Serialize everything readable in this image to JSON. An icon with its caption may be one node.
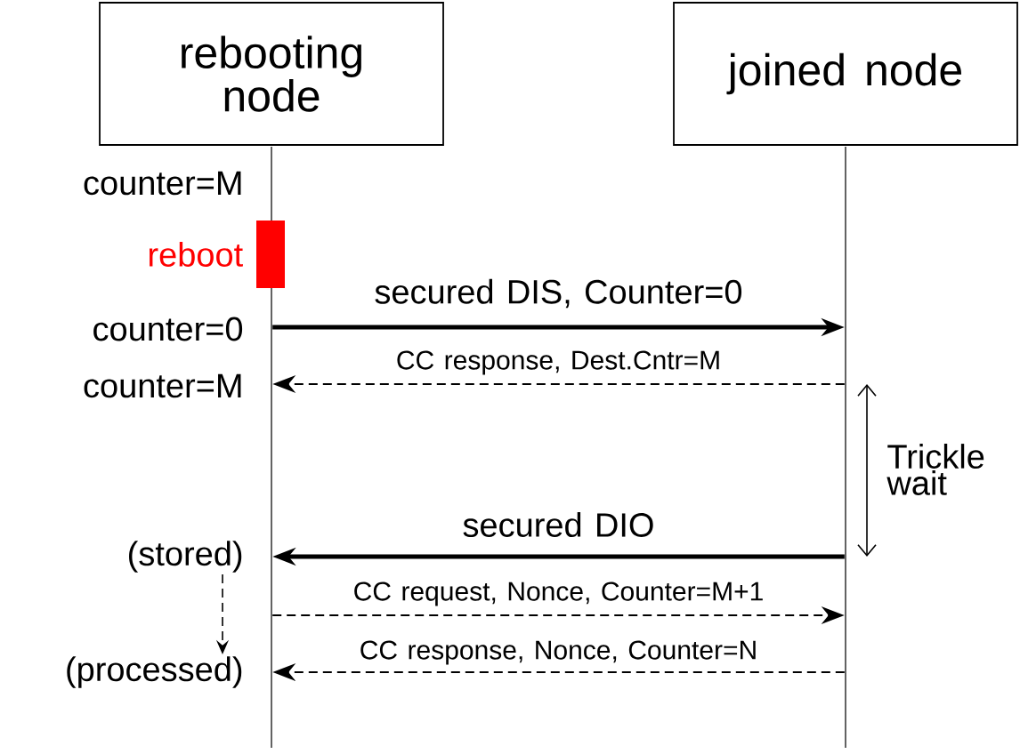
{
  "diagram": {
    "nodes": [
      {
        "text": [
          "rebooting node"
        ]
      },
      {
        "text": [
          "joined node"
        ]
      },
      {
        "text": [],
        "shape": "line"
      },
      {
        "text": [],
        "shape": "line"
      },
      {
        "text": [],
        "shape": "bar",
        "beside": [
          "reboot"
        ]
      },
      {
        "text": [
          "(stored)"
        ]
      },
      {
        "text": [
          "(processed)"
        ]
      }
    ],
    "edges": [
      {
        "from": 2,
        "to": 3,
        "arrow": "to",
        "label": "secured DIS, Counter=0",
        "style": "thick"
      },
      {
        "from": 3,
        "to": 2,
        "arrow": "to",
        "label": "CC response, Dest.Cntr=M",
        "style": "dashed"
      },
      {
        "from": 3,
        "to": 2,
        "arrow": "to",
        "label": "secured DIO",
        "style": "thick"
      },
      {
        "from": 2,
        "to": 3,
        "arrow": "to",
        "label": "CC request, Nonce, Counter=M+1",
        "style": "dashed"
      },
      {
        "from": 3,
        "to": 2,
        "arrow": "to",
        "label": "CC response, Nonce, Counter=N",
        "style": "dashed"
      },
      {
        "from": 5,
        "to": 6,
        "arrow": "to",
        "style": "dashed"
      }
    ],
    "labels": [
      "counter=M",
      "counter=0",
      "counter=M",
      "Trickle wait"
    ]
  }
}
